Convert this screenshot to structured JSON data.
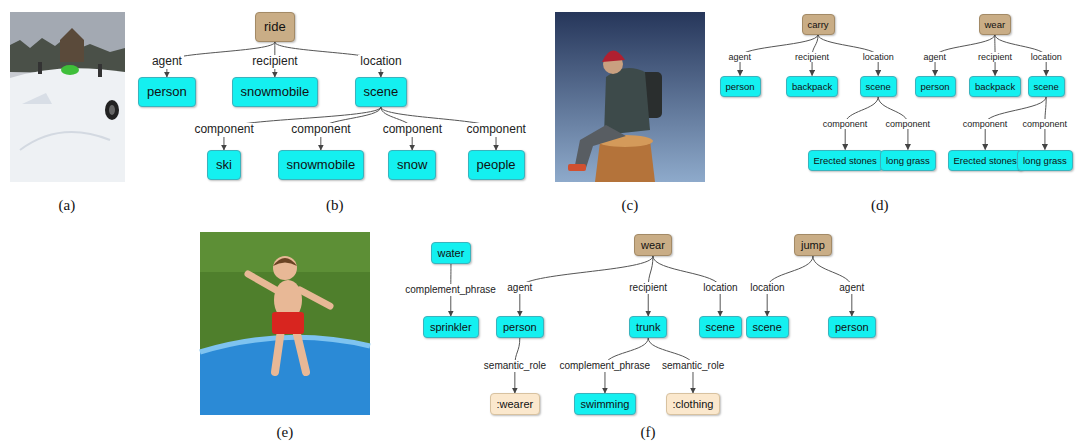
{
  "diagram": {
    "nodes": [
      {
        "text": [
          "ride"
        ]
      },
      {
        "text": [
          "person"
        ]
      },
      {
        "text": [
          "snowmobile"
        ]
      },
      {
        "text": [
          "scene"
        ]
      },
      {
        "text": [
          "ski"
        ]
      },
      {
        "text": [
          "snowmobile"
        ]
      },
      {
        "text": [
          "snow"
        ]
      },
      {
        "text": [
          "people"
        ]
      },
      {
        "text": [
          "carry"
        ]
      },
      {
        "text": [
          "person"
        ]
      },
      {
        "text": [
          "backpack"
        ]
      },
      {
        "text": [
          "scene"
        ]
      },
      {
        "text": [
          "Erected stones"
        ]
      },
      {
        "text": [
          "long grass"
        ]
      },
      {
        "text": [
          "wear"
        ]
      },
      {
        "text": [
          "person"
        ]
      },
      {
        "text": [
          "backpack"
        ]
      },
      {
        "text": [
          "scene"
        ]
      },
      {
        "text": [
          "Erected stones"
        ]
      },
      {
        "text": [
          "long grass"
        ]
      },
      {
        "text": [
          "water"
        ]
      },
      {
        "text": [
          "sprinkler"
        ]
      },
      {
        "text": [
          "wear"
        ]
      },
      {
        "text": [
          "person"
        ]
      },
      {
        "text": [
          "trunk"
        ]
      },
      {
        "text": [
          "scene"
        ]
      },
      {
        "text": [
          ":wearer"
        ]
      },
      {
        "text": [
          "swimming"
        ]
      },
      {
        "text": [
          ":clothing"
        ]
      },
      {
        "text": [
          "jump"
        ]
      },
      {
        "text": [
          "scene"
        ]
      },
      {
        "text": [
          "person"
        ]
      }
    ],
    "edges": [
      {
        "from": 0,
        "to": 1,
        "label": "agent",
        "arrow": "to"
      },
      {
        "from": 0,
        "to": 2,
        "label": "recipient",
        "arrow": "to"
      },
      {
        "from": 0,
        "to": 3,
        "label": "location",
        "arrow": "to"
      },
      {
        "from": 3,
        "to": 4,
        "label": "component",
        "arrow": "to"
      },
      {
        "from": 3,
        "to": 5,
        "label": "component",
        "arrow": "to"
      },
      {
        "from": 3,
        "to": 6,
        "label": "component",
        "arrow": "to"
      },
      {
        "from": 3,
        "to": 7,
        "label": "component",
        "arrow": "to"
      },
      {
        "from": 8,
        "to": 9,
        "label": "agent",
        "arrow": "to"
      },
      {
        "from": 8,
        "to": 10,
        "label": "recipient",
        "arrow": "to"
      },
      {
        "from": 8,
        "to": 11,
        "label": "location",
        "arrow": "to"
      },
      {
        "from": 11,
        "to": 12,
        "label": "component",
        "arrow": "to"
      },
      {
        "from": 11,
        "to": 13,
        "label": "component",
        "arrow": "to"
      },
      {
        "from": 14,
        "to": 15,
        "label": "agent",
        "arrow": "to"
      },
      {
        "from": 14,
        "to": 16,
        "label": "recipient",
        "arrow": "to"
      },
      {
        "from": 14,
        "to": 17,
        "label": "location",
        "arrow": "to"
      },
      {
        "from": 17,
        "to": 18,
        "label": "component",
        "arrow": "to"
      },
      {
        "from": 17,
        "to": 19,
        "label": "component",
        "arrow": "to"
      },
      {
        "from": 20,
        "to": 21,
        "label": "complement_phrase",
        "arrow": "to"
      },
      {
        "from": 22,
        "to": 23,
        "label": "agent",
        "arrow": "to"
      },
      {
        "from": 22,
        "to": 24,
        "label": "recipient",
        "arrow": "to"
      },
      {
        "from": 22,
        "to": 25,
        "label": "location",
        "arrow": "to"
      },
      {
        "from": 23,
        "to": 26,
        "label": "semantic_role",
        "arrow": "to"
      },
      {
        "from": 24,
        "to": 27,
        "label": "complement_phrase",
        "arrow": "to"
      },
      {
        "from": 24,
        "to": 28,
        "label": "semantic_role",
        "arrow": "to"
      },
      {
        "from": 29,
        "to": 30,
        "label": "location",
        "arrow": "to"
      },
      {
        "from": 29,
        "to": 31,
        "label": "agent",
        "arrow": "to"
      }
    ],
    "labels": [
      "(a)",
      "(b)",
      "(c)",
      "(d)",
      "(e)",
      "(f)"
    ]
  }
}
